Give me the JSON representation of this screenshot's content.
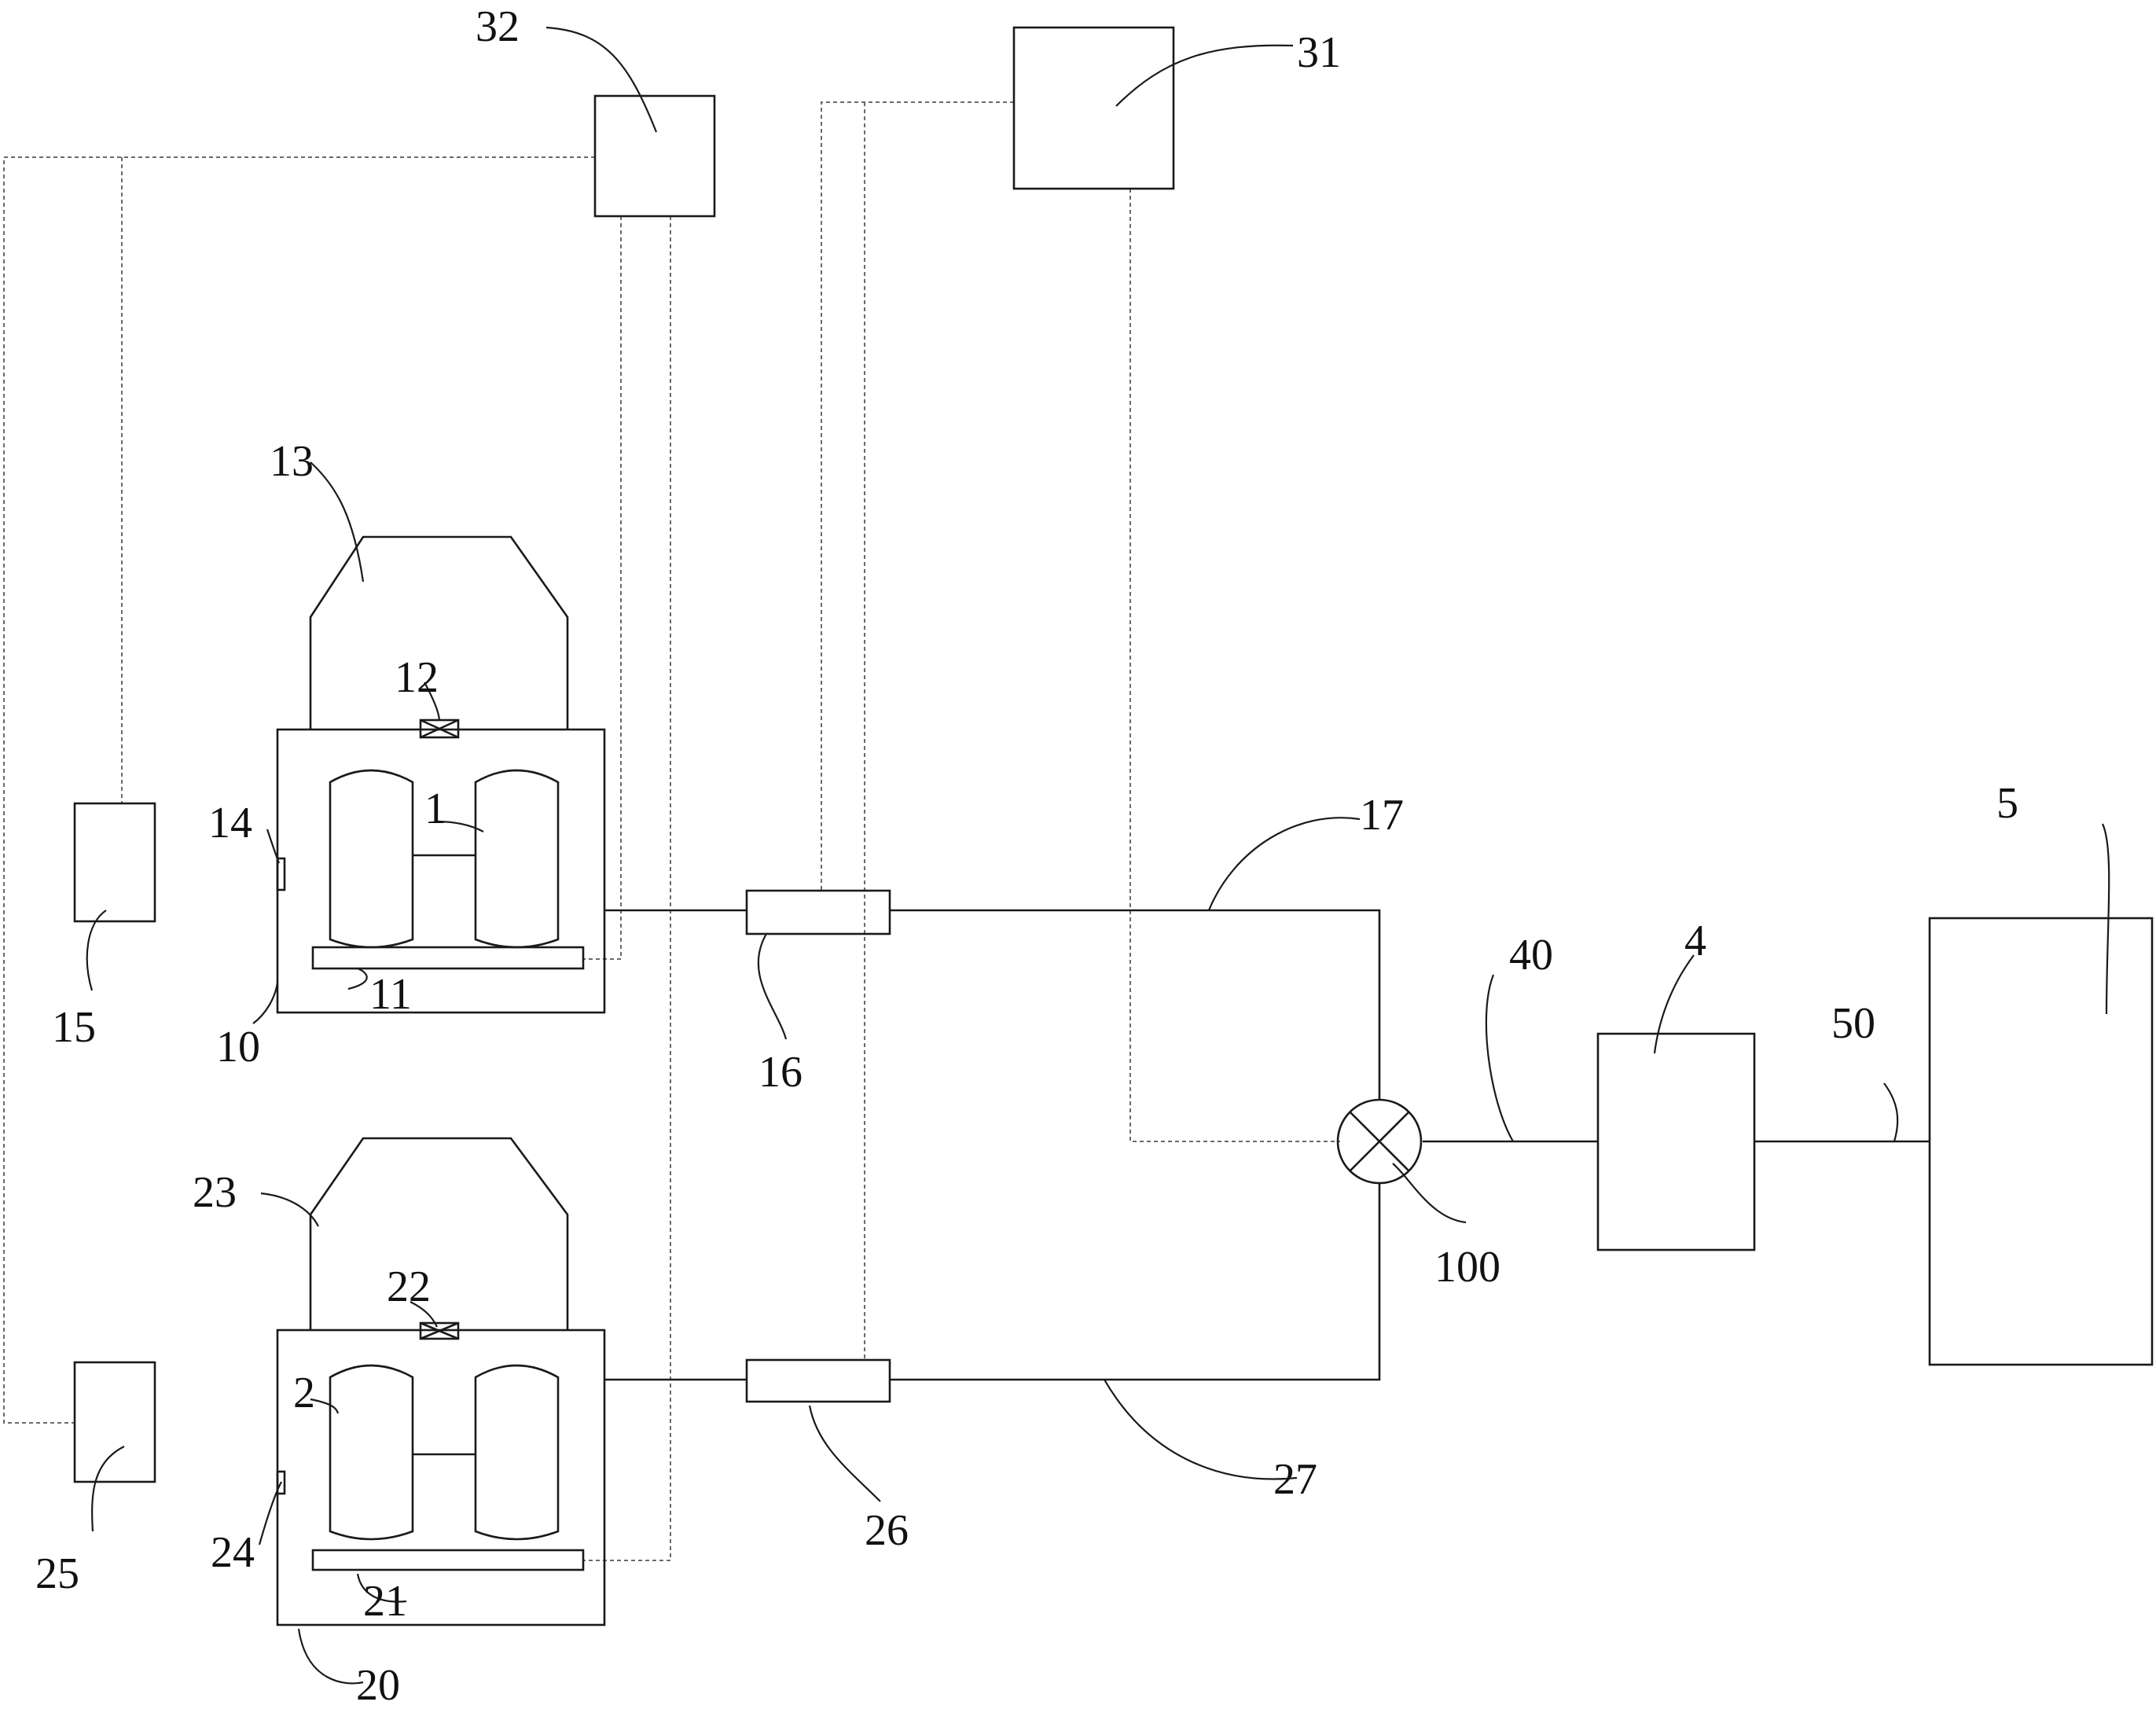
{
  "labels": {
    "l1": "1",
    "l2": "2",
    "l4": "4",
    "l5": "5",
    "l10": "10",
    "l11": "11",
    "l12": "12",
    "l13": "13",
    "l14": "14",
    "l15": "15",
    "l16": "16",
    "l17": "17",
    "l20": "20",
    "l21": "21",
    "l22": "22",
    "l23": "23",
    "l24": "24",
    "l25": "25",
    "l26": "26",
    "l27": "27",
    "l31": "31",
    "l32": "32",
    "l40": "40",
    "l50": "50",
    "l100": "100"
  }
}
